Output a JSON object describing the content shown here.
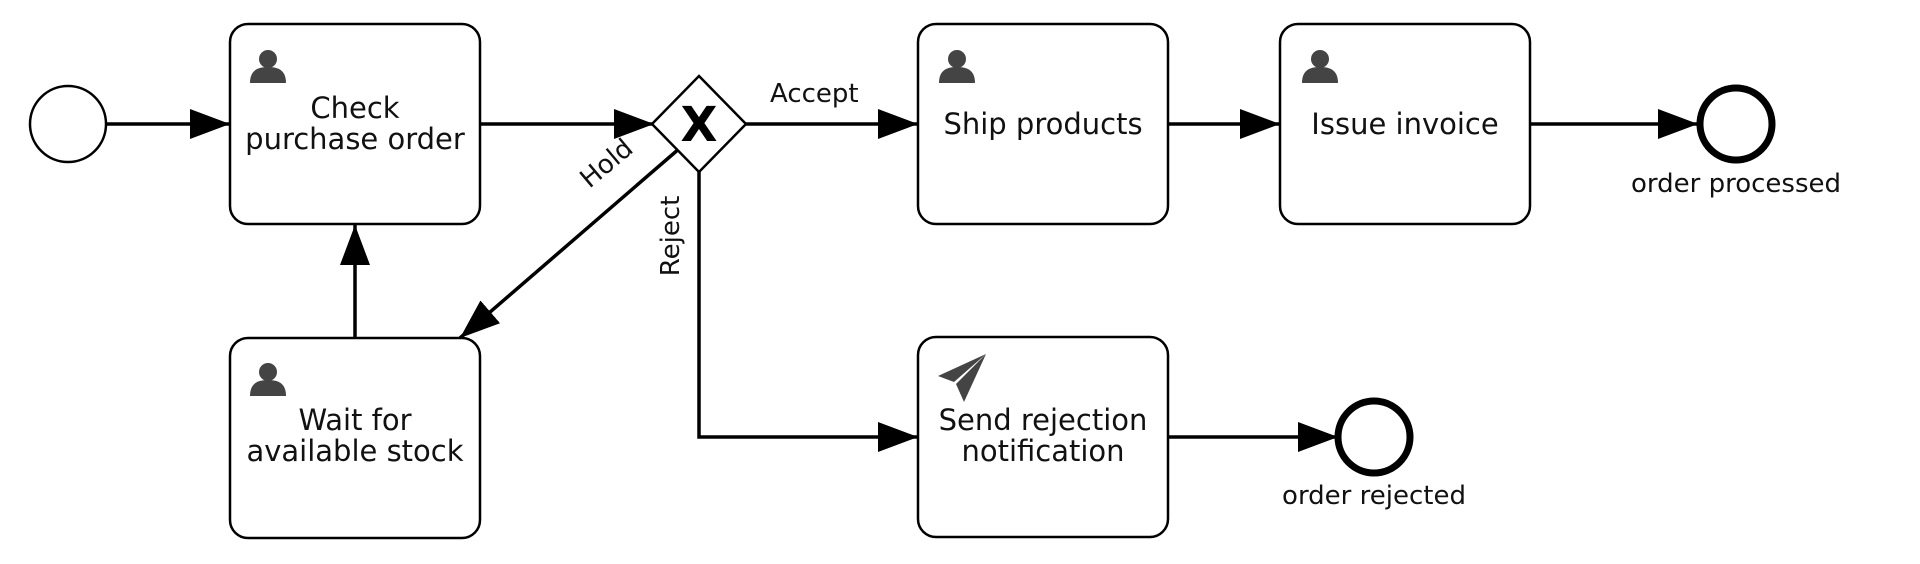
{
  "diagram": {
    "start_event": {
      "label": ""
    },
    "tasks": {
      "check": {
        "lines": [
          "Check",
          "purchase order"
        ],
        "icon": "user-icon"
      },
      "wait": {
        "lines": [
          "Wait for",
          "available stock"
        ],
        "icon": "user-icon"
      },
      "ship": {
        "lines": [
          "Ship products"
        ],
        "icon": "user-icon"
      },
      "invoice": {
        "lines": [
          "Issue invoice"
        ],
        "icon": "user-icon"
      },
      "reject_notify": {
        "lines": [
          "Send rejection",
          "notification"
        ],
        "icon": "send-icon"
      }
    },
    "gateway": {
      "type": "exclusive",
      "marker": "X"
    },
    "flows": {
      "accept": "Accept",
      "hold": "Hold",
      "reject": "Reject"
    },
    "end_events": {
      "processed": "order processed",
      "rejected": "order rejected"
    }
  }
}
